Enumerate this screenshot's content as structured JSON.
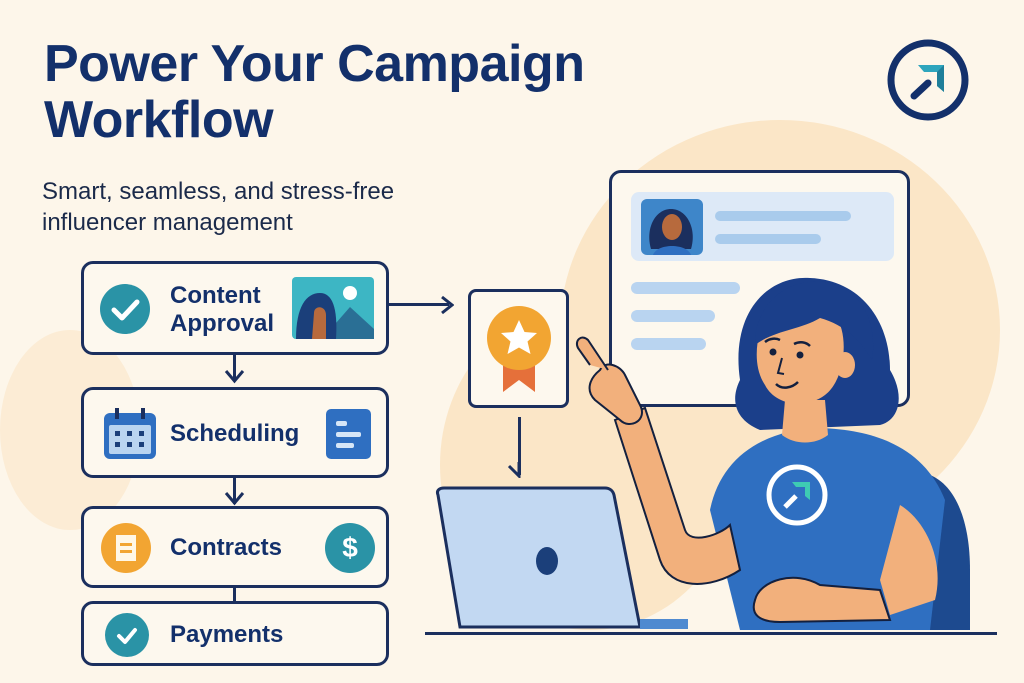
{
  "header": {
    "title_line1": "Power Your Campaign",
    "title_line2": "Workflow",
    "subtitle_line1": "Smart, seamless, and stress-free",
    "subtitle_line2": "influencer management"
  },
  "logo": {
    "icon": "arrow-up-right-circle-icon"
  },
  "workflow": {
    "steps": [
      {
        "label_line1": "Content",
        "label_line2": "Approval",
        "left_icon": "check-circle-icon",
        "right_icon": "image-icon"
      },
      {
        "label": "Scheduling",
        "left_icon": "calendar-icon",
        "right_icon": "document-list-icon"
      },
      {
        "label": "Contracts",
        "left_icon": "contract-document-icon",
        "right_icon": "dollar-coin-icon"
      },
      {
        "label": "Payments",
        "left_icon": "check-circle-icon"
      }
    ]
  },
  "illustration": {
    "award_card_icon": "award-badge-icon",
    "profile_card": "influencer-profile-card",
    "person": "woman-pointing-at-screen",
    "laptop": "laptop"
  },
  "colors": {
    "navy": "#13306b",
    "teal": "#2a9bb0",
    "orange": "#f2a532",
    "blue": "#2f6fc1",
    "light_blue": "#a9cbec",
    "background": "#fdf6ea"
  }
}
